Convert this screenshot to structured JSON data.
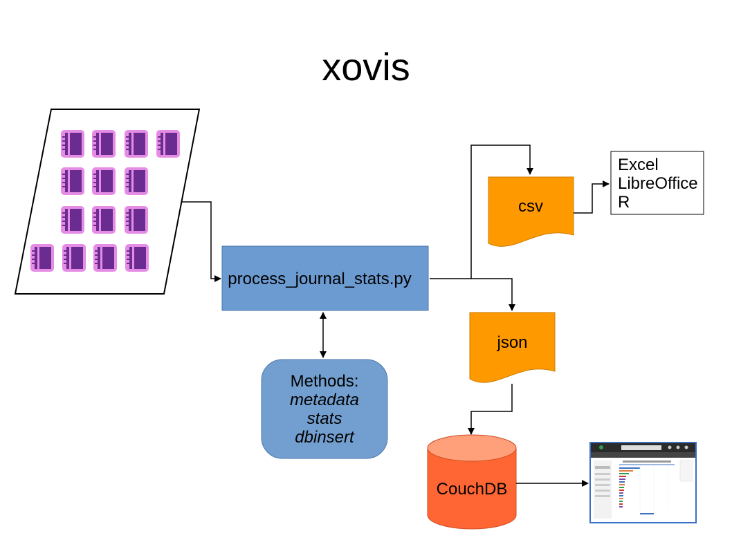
{
  "title": "xovis",
  "process": {
    "label": "process_journal_stats.py"
  },
  "methods": {
    "heading": "Methods:",
    "items": [
      "metadata",
      "stats",
      "dbinsert"
    ]
  },
  "outputs": {
    "csv": "csv",
    "json": "json"
  },
  "apps": [
    "Excel",
    "LibreOffice",
    "R"
  ],
  "database": "CouchDB",
  "colors": {
    "process_fill": "#6b9bd1",
    "methods_fill": "#729fcf",
    "document_fill": "#ff9900",
    "database_fill": "#ff6633",
    "database_top": "#ffa07a",
    "journal_fill": "#6b2c91",
    "journal_border": "#e58ce5"
  },
  "icons": {
    "journal": "journal-icon",
    "dashboard": "dashboard-screenshot-icon"
  }
}
